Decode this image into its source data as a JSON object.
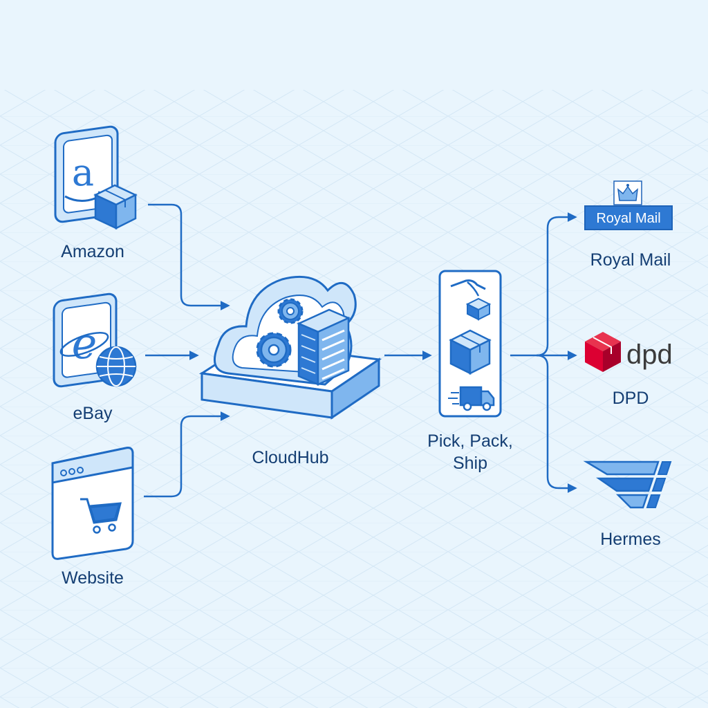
{
  "sources": [
    {
      "id": "amazon",
      "label": "Amazon",
      "icon": "amazon-logo-icon",
      "glyph": "a"
    },
    {
      "id": "ebay",
      "label": "eBay",
      "icon": "ebay-globe-icon",
      "glyph": "e"
    },
    {
      "id": "website",
      "label": "Website",
      "icon": "shopping-cart-browser-icon"
    }
  ],
  "hub": {
    "label": "CloudHub",
    "icon": "cloud-server-gears-icon"
  },
  "fulfilment": {
    "label_line1": "Pick, Pack,",
    "label_line2": "Ship",
    "steps": [
      "hand-pick-icon",
      "package-box-icon",
      "delivery-truck-icon"
    ]
  },
  "carriers": [
    {
      "id": "royal-mail",
      "label": "Royal Mail",
      "logo_text": "Royal Mail",
      "icon": "crown-icon"
    },
    {
      "id": "dpd",
      "label": "DPD",
      "logo_text": "dpd",
      "icon": "dpd-cube-icon"
    },
    {
      "id": "hermes",
      "label": "Hermes",
      "icon": "hermes-wing-icon"
    }
  ],
  "colors": {
    "background": "#e9f5fd",
    "grid": "#d4e7f5",
    "stroke": "#1f6bc4",
    "fill_light": "#cfe6fa",
    "fill_mid": "#7fb6ee",
    "fill_dark": "#2e79d3",
    "text": "#143e73",
    "dpd_red": "#dc0032",
    "royal_mail_blue": "#1e63b8"
  }
}
